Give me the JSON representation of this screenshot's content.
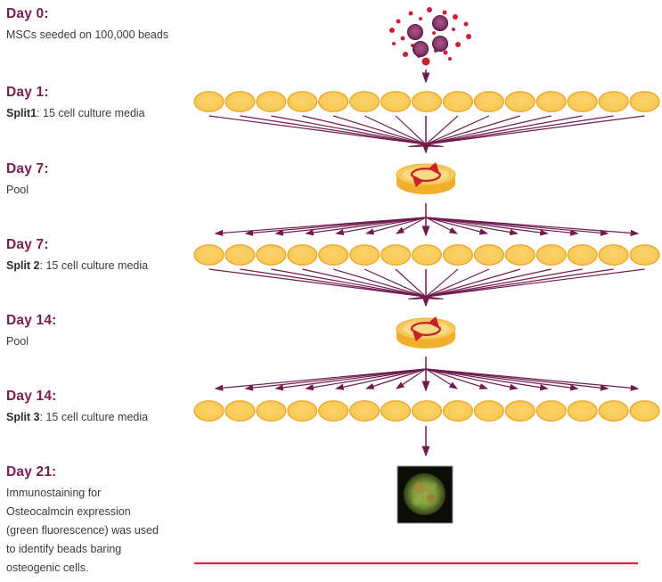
{
  "labels": {
    "day0": {
      "heading": "Day 0:",
      "text": "MSCs seeded on 100,000 beads"
    },
    "day1": {
      "heading": "Day 1:",
      "bold": "Split1",
      "text": ": 15 cell culture media"
    },
    "day7pool": {
      "heading": "Day 7:",
      "text": "Pool"
    },
    "day7split": {
      "heading": "Day 7:",
      "bold": "Split 2",
      "text": ": 15 cell culture media"
    },
    "day14pool": {
      "heading": "Day 14:",
      "text": "Pool"
    },
    "day14split": {
      "heading": "Day 14:",
      "bold": "Split 3",
      "text": ": 15 cell culture media"
    },
    "day21": {
      "heading": "Day 21:",
      "line1": "Immunostaining for",
      "line2": "Osteocalmcin expression",
      "line3": "(green fluorescence) was used",
      "line4": "to identify beads baring",
      "line5": "osteogenic cells."
    }
  },
  "diagram": {
    "dishes_per_row": 15,
    "split_rows": 3,
    "pool_dishes": 2,
    "large_cells_in_cluster": 4,
    "small_beads_in_cluster": 21
  },
  "colors": {
    "heading_maroon": "#7b1c4e",
    "arrow_maroon": "#701b4e",
    "body_text": "#3d3a3a",
    "dish_fill": "#f8c74c",
    "dish_fill_light": "#fbd26c",
    "dish_stroke": "#eca72f",
    "pool_side": "#f1b02c",
    "pool_top": "#f7c95e",
    "pool_top_inner": "#fbda85",
    "mix_arrow_red": "#c92128",
    "bead_dot_red": "#cb1f38",
    "cell_purple_center": "#a8568a",
    "cell_purple_mid": "#8a3a6b",
    "cell_purple_rim": "#5e1a46",
    "bottom_line_red": "#d42346",
    "image_bg": "#0b0d06",
    "image_green": "#7d9a3b"
  }
}
